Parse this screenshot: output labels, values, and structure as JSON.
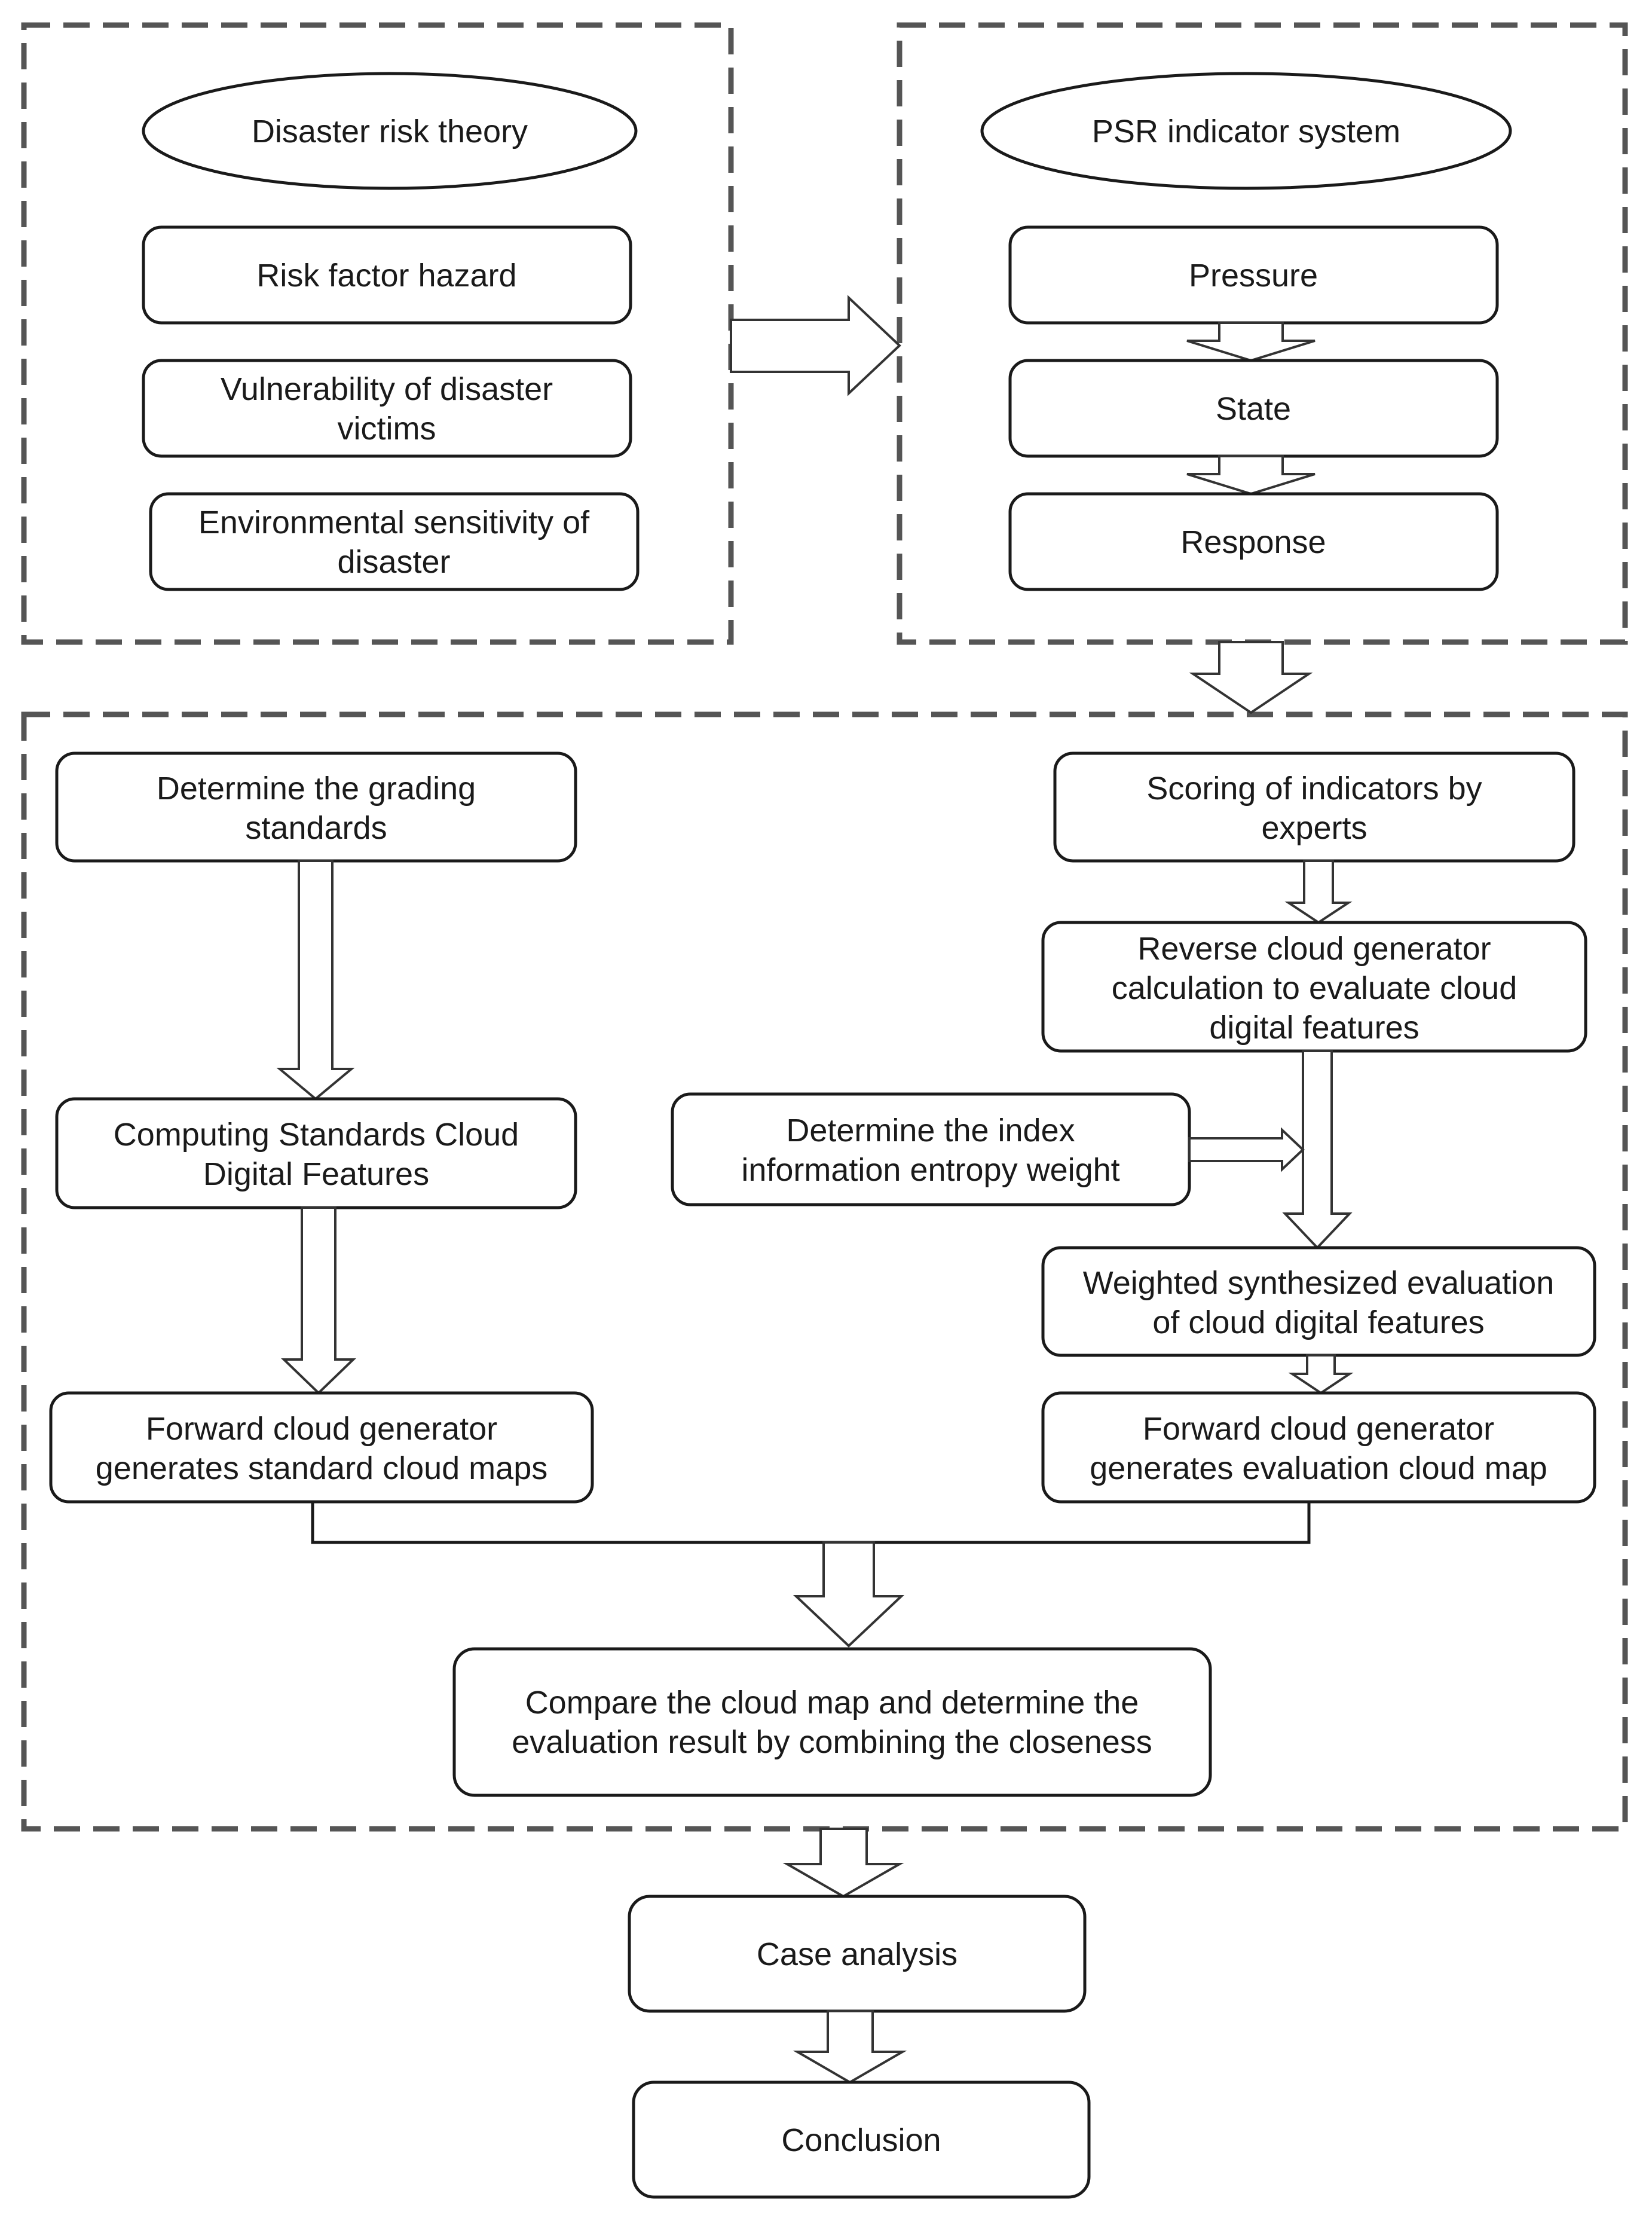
{
  "nodes": {
    "disaster_risk_theory": [
      "Disaster risk theory"
    ],
    "risk_factor_hazard": [
      "Risk factor hazard"
    ],
    "vulnerability": [
      "Vulnerability of disaster",
      "victims"
    ],
    "environmental_sensitivity": [
      "Environmental sensitivity of",
      "disaster"
    ],
    "psr_indicator_system": [
      "PSR indicator system"
    ],
    "pressure": [
      "Pressure"
    ],
    "state": [
      "State"
    ],
    "response": [
      "Response"
    ],
    "grading_standards": [
      "Determine the grading",
      "standards"
    ],
    "computing_standards": [
      "Computing Standards Cloud",
      "Digital Features"
    ],
    "forward_standard": [
      "Forward cloud generator",
      "generates standard cloud maps"
    ],
    "scoring_experts": [
      "Scoring of indicators by",
      "experts"
    ],
    "reverse_cloud": [
      "Reverse cloud generator",
      "calculation to evaluate cloud",
      "digital features"
    ],
    "entropy_weight": [
      "Determine the index",
      "information entropy weight"
    ],
    "weighted_synthesized": [
      "Weighted synthesized evaluation",
      "of cloud digital features"
    ],
    "forward_evaluation": [
      "Forward cloud generator",
      "generates evaluation cloud map"
    ],
    "compare": [
      "Compare the cloud map and determine the",
      "evaluation result by combining the closeness"
    ],
    "case_analysis": [
      "Case analysis"
    ],
    "conclusion": [
      "Conclusion"
    ]
  }
}
